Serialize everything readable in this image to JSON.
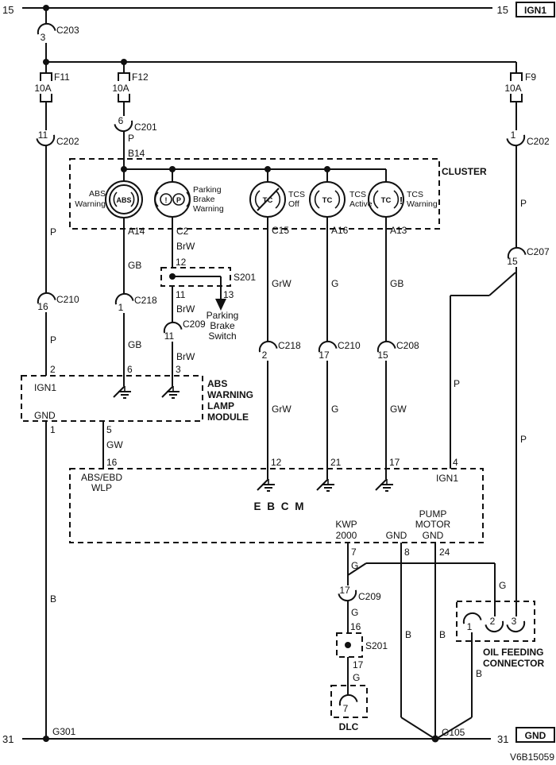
{
  "power_rail": {
    "left_terminal": "15",
    "right_terminal": "15",
    "right_box": "IGN1"
  },
  "ground_rail": {
    "left_terminal": "31",
    "right_terminal": "31",
    "right_box": "GND"
  },
  "diagram_code": "V6B15059",
  "fuses": {
    "f11": {
      "label": "F11",
      "rating": "10A"
    },
    "f12": {
      "label": "F12",
      "rating": "10A"
    },
    "f9": {
      "label": "F9",
      "rating": "10A"
    }
  },
  "connectors": {
    "c203": {
      "pin": "3",
      "label": "C203"
    },
    "c202_left": {
      "pin": "11",
      "label": "C202"
    },
    "c201": {
      "pin": "6",
      "label": "C201"
    },
    "c210_left": {
      "pin": "16",
      "label": "C210"
    },
    "c218_left": {
      "pin": "1",
      "label": "C218"
    },
    "c209_parking": {
      "pin": "11",
      "label": "C209"
    },
    "c218_mid": {
      "pin": "2",
      "label": "C218"
    },
    "c210_mid": {
      "pin": "17",
      "label": "C210"
    },
    "c208": {
      "pin": "15",
      "label": "C208"
    },
    "c202_right": {
      "pin": "1",
      "label": "C202"
    },
    "c207": {
      "pin": "15",
      "label": "C207"
    },
    "c209_kwp": {
      "pin": "17",
      "label": "C209"
    }
  },
  "splices": {
    "s201_parking": {
      "label": "S201",
      "pin_in": "12",
      "pin_out": "11",
      "pin_branch": "13"
    },
    "s201_kwp": {
      "label": "S201",
      "pin_in": "16",
      "pin_out": "17"
    }
  },
  "grounds": {
    "g301": "G301",
    "g105": "G105"
  },
  "cluster": {
    "label": "CLUSTER",
    "feed": {
      "wire_color": "P",
      "wire_id": "B14"
    },
    "lamps": [
      {
        "name_lines": [
          "ABS",
          "Warning"
        ],
        "symbol_text": "ABS",
        "pin": "A14"
      },
      {
        "name_lines": [
          "Parking",
          "Brake",
          "Warning"
        ],
        "glyphs": [
          "!",
          "P"
        ],
        "pin": "C2"
      },
      {
        "name_lines": [
          "TCS",
          "Off"
        ],
        "symbol_text": "TC",
        "pin": "C15"
      },
      {
        "name_lines": [
          "TCS",
          "Active"
        ],
        "symbol_text": "TC",
        "pin": "A16"
      },
      {
        "name_lines": [
          "TCS",
          "Warning"
        ],
        "symbol_text": "TC",
        "bang": "!",
        "pin": "A13"
      }
    ]
  },
  "parking_brake_switch": {
    "name_lines": [
      "Parking",
      "Brake",
      "Switch"
    ]
  },
  "abs_warning_lamp_module": {
    "name_lines": [
      "ABS",
      "WARNING",
      "LAMP",
      "MODULE"
    ],
    "pins": {
      "ign1": {
        "number": "2",
        "label": "IGN1"
      },
      "lamp_in": "6",
      "switch_in": "3",
      "gnd": {
        "number": "1",
        "label": "GND"
      },
      "wlp_out": "5"
    }
  },
  "ebcm": {
    "label": "E B C M",
    "top_pins": {
      "wlp": {
        "number": "16",
        "label_lines": [
          "ABS/EBD",
          "WLP"
        ]
      },
      "tcs_off": "12",
      "tcs_active": "21",
      "tcs_warning": "17",
      "ign1": {
        "number": "4",
        "label": "IGN1"
      }
    },
    "bottom_pins": {
      "kwp": {
        "number": "7",
        "label_lines": [
          "KWP",
          "2000"
        ]
      },
      "gnd": {
        "number": "8",
        "label": "GND"
      },
      "pump": {
        "number": "24",
        "label_lines": [
          "PUMP",
          "MOTOR",
          "GND"
        ]
      }
    }
  },
  "dlc": {
    "label": "DLC",
    "pin": "7"
  },
  "oil_feeding_connector": {
    "name_lines": [
      "OIL FEEDING",
      "CONNECTOR"
    ],
    "pins": [
      "1",
      "2",
      "3"
    ]
  },
  "wires": {
    "p_left_upper": "P",
    "p_left_lower": "P",
    "b_left": "B",
    "gb_abs_upper": "GB",
    "gb_abs_lower": "GB",
    "brw_1": "BrW",
    "brw_2": "BrW",
    "brw_3": "BrW",
    "grw_upper": "GrW",
    "grw_lower": "GrW",
    "g_upper": "G",
    "g_lower": "G",
    "gb_warn_upper": "GB",
    "gw_warn_lower": "GW",
    "p_right_upper": "P",
    "p_right_lower": "P",
    "p_ign1": "P",
    "gw_wlp": "GW",
    "g_kwp_1": "G",
    "g_kwp_2": "G",
    "g_kwp_3": "G",
    "g_oil": "G",
    "b_gnd8": "B",
    "b_pump24": "B",
    "b_oil": "B"
  }
}
